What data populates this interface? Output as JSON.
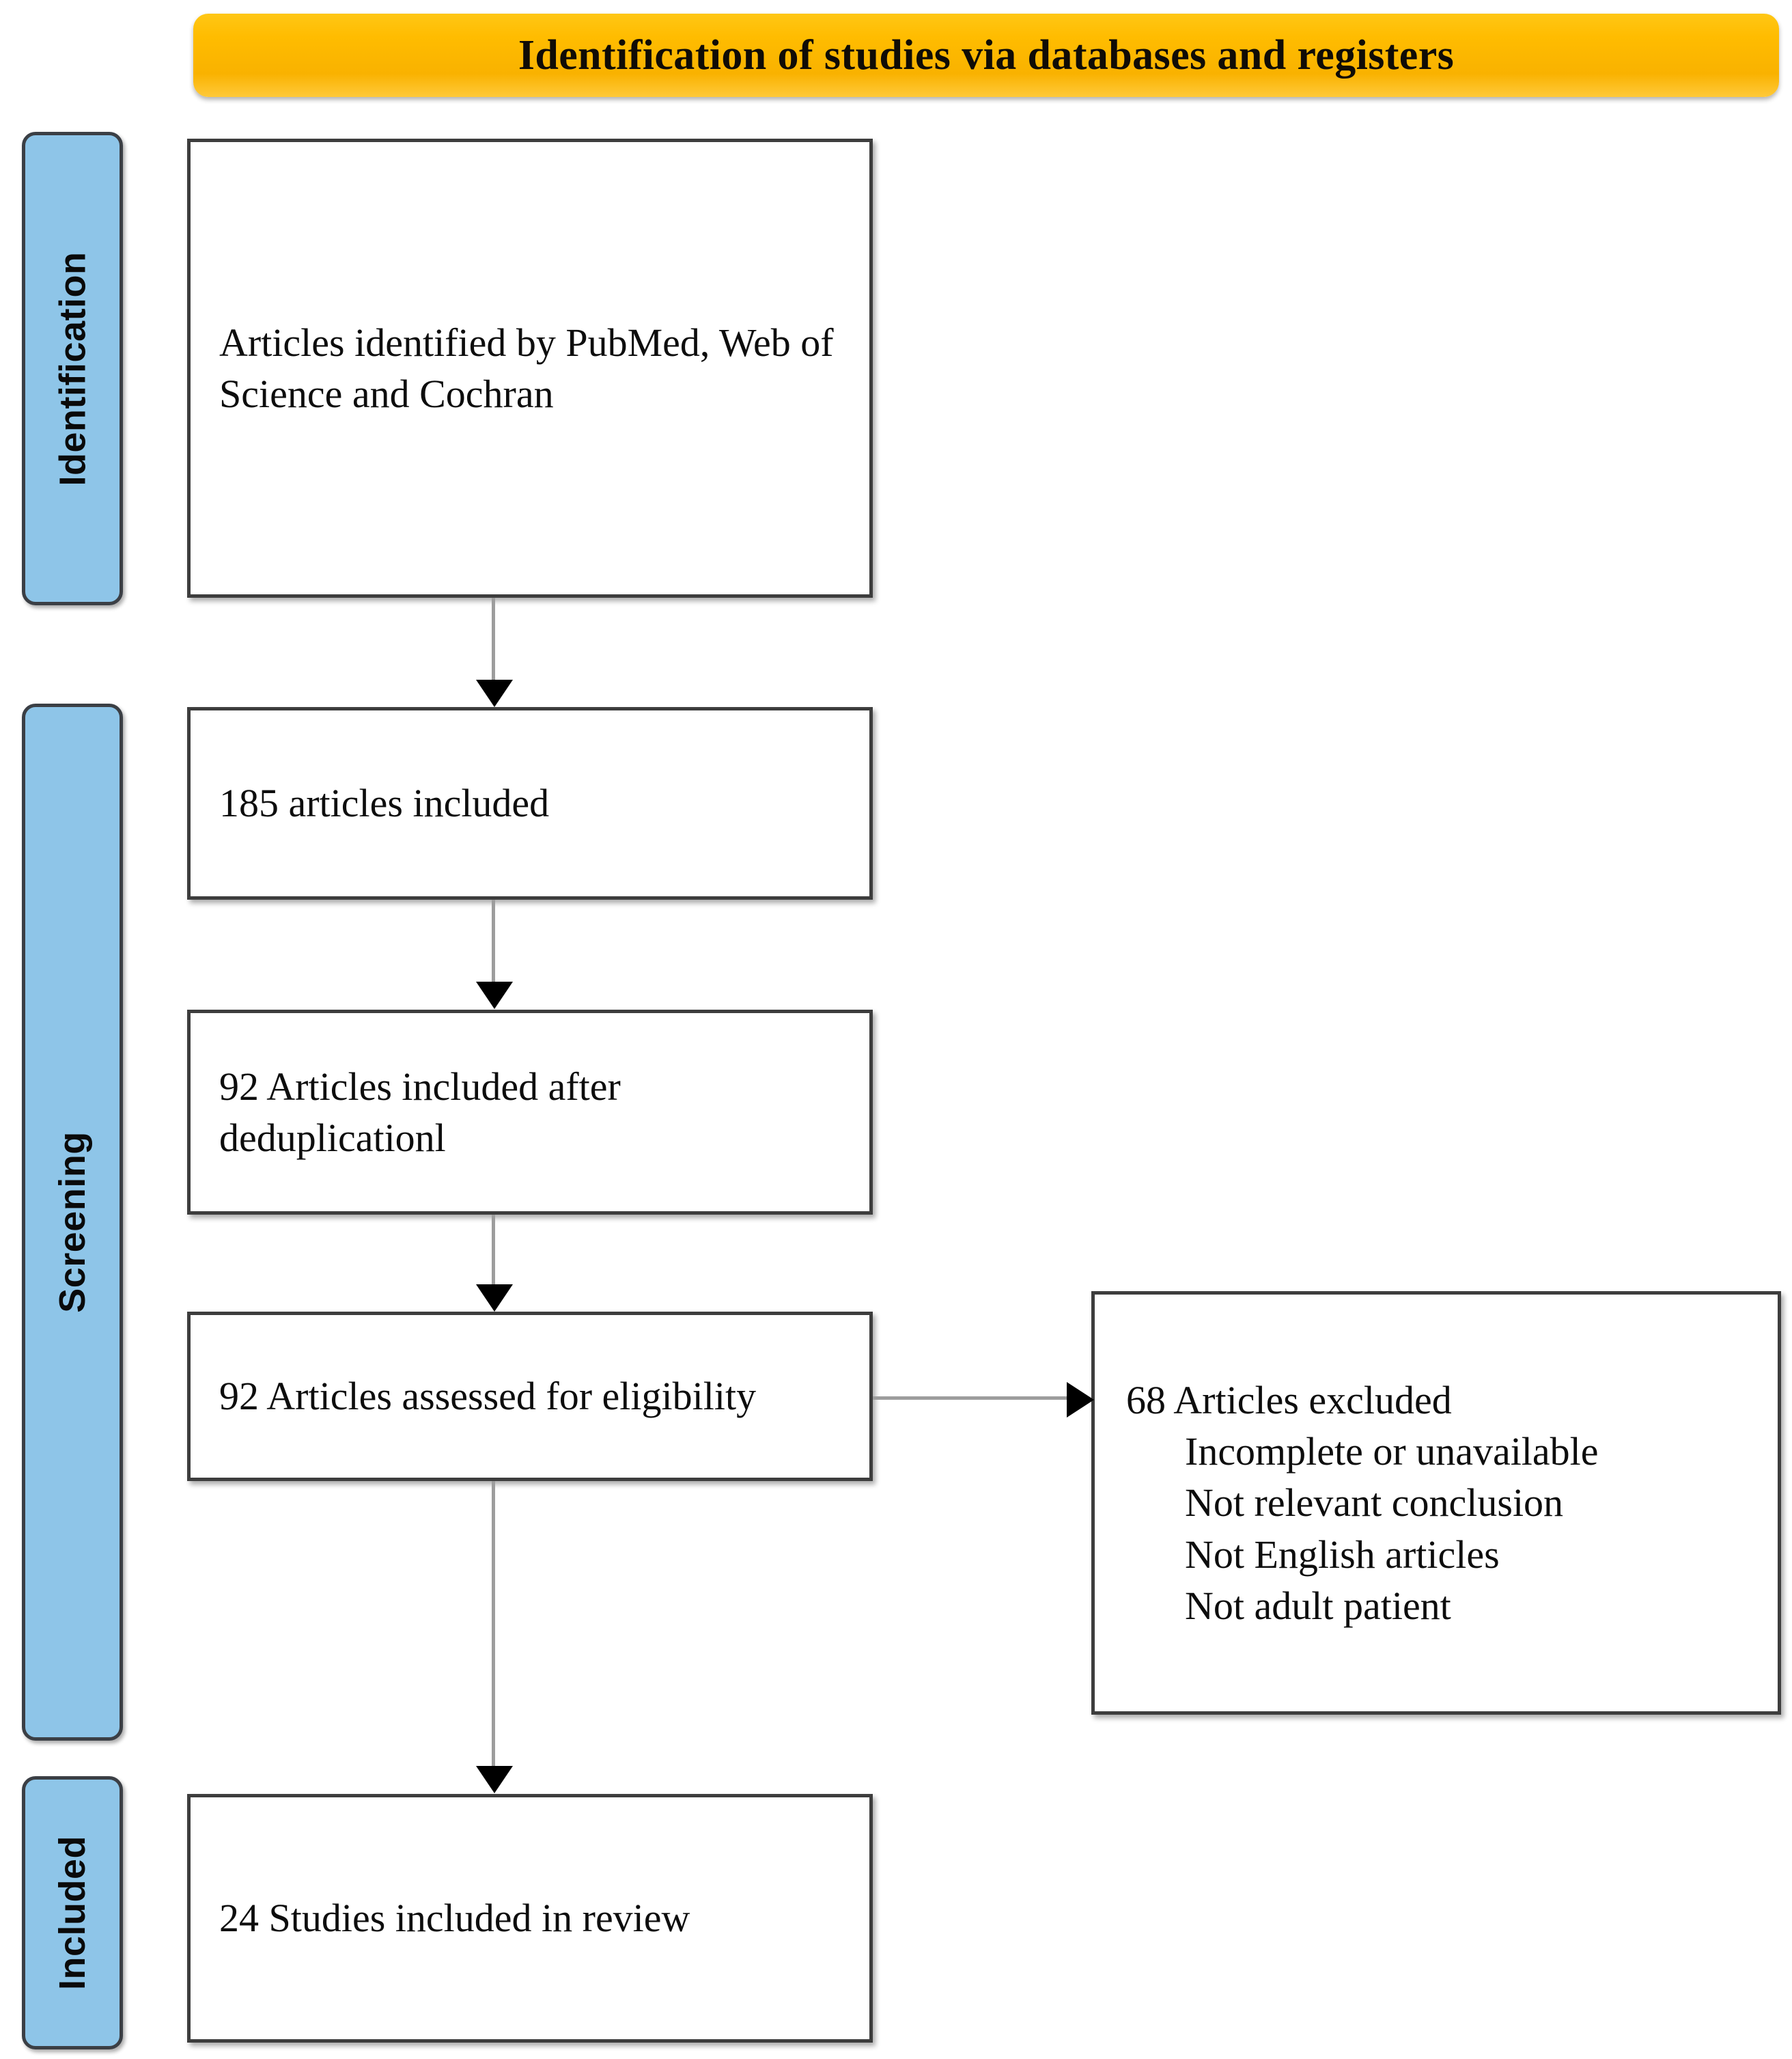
{
  "diagram": {
    "type": "prisma-flow-diagram",
    "banner": {
      "title": "Identification of studies via databases and registers",
      "color": "#FFBE00",
      "text_color": "#100C06"
    },
    "stage_pill_color": "#8EC5E8",
    "stages": [
      {
        "id": "identification",
        "label": "Identification"
      },
      {
        "id": "screening",
        "label": "Screening"
      },
      {
        "id": "included",
        "label": "Included"
      }
    ],
    "boxes": {
      "identified": {
        "text": "Articles identified by PubMed, Web of Science and Cochran"
      },
      "included_185": {
        "text": "185 articles included"
      },
      "deduplication": {
        "text": "92 Articles included after deduplicationl"
      },
      "eligibility": {
        "text": "92 Articles assessed for eligibility"
      },
      "excluded": {
        "heading": "68 Articles excluded",
        "reasons": [
          "Incomplete or unavailable",
          "Not relevant conclusion",
          "Not English articles",
          "Not adult patient"
        ]
      },
      "review": {
        "text": "24 Studies included in review"
      }
    },
    "chart_data": {
      "type": "table",
      "title": "Identification of studies via databases and registers",
      "categories": [
        "Articles identified by PubMed, Web of Science and Cochran",
        "185 articles included",
        "92 Articles included after deduplicationl",
        "92 Articles assessed for eligibility",
        "68 Articles excluded",
        "24 Studies included in review"
      ],
      "values": [
        null,
        185,
        92,
        92,
        68,
        24
      ]
    }
  }
}
